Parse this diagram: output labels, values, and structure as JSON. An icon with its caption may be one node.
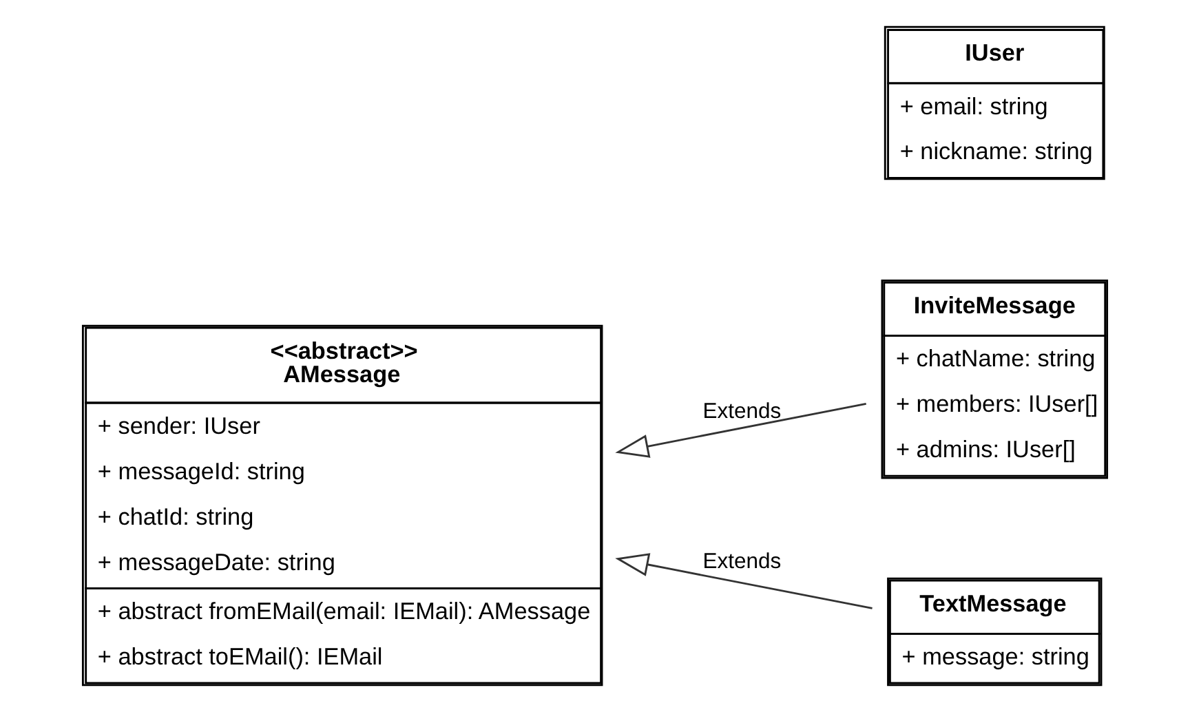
{
  "diagram": {
    "nodes": [
      {
        "text": [
          "<<abstract>> AMessage",
          "+ sender: IUser",
          "+ messageId: string",
          "+ chatId: string",
          "+ messageDate: string",
          "+ abstract fromEMail(email: IEMail): AMessage",
          "+ abstract toEMail(): IEMail"
        ]
      },
      {
        "text": [
          "InviteMessage",
          "+ chatName: string",
          "+ members: IUser[]",
          "+ admins: IUser[]"
        ]
      },
      {
        "text": [
          "TextMessage",
          "+ message: string"
        ]
      },
      {
        "text": [
          "IUser",
          "+ email: string",
          "+ nickname: string"
        ]
      }
    ],
    "edges": [
      {
        "from": 1,
        "to": 0,
        "arrow": "to",
        "label": "Extends"
      },
      {
        "from": 2,
        "to": 0,
        "arrow": "to",
        "label": "Extends"
      }
    ]
  }
}
